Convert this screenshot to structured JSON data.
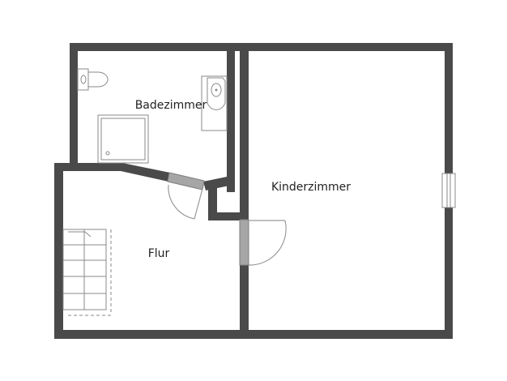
{
  "rooms": {
    "bathroom": {
      "label": "Badezimmer"
    },
    "kids_room": {
      "label": "Kinderzimmer"
    },
    "hallway": {
      "label": "Flur"
    }
  },
  "colors": {
    "wall": "#4a4a4a",
    "fixture_stroke": "#8a8a8a",
    "door_leaf": "#a6a6a6",
    "background": "#ffffff"
  },
  "icons": [
    "toilet-icon",
    "sink-icon",
    "shower-icon",
    "staircase-icon",
    "window-icon",
    "door-icon"
  ]
}
